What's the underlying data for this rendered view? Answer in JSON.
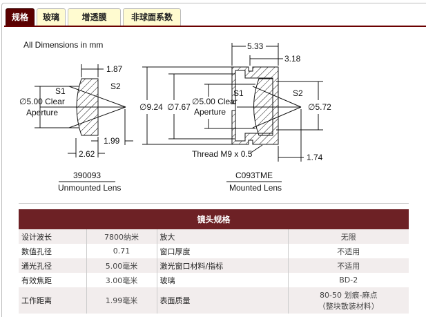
{
  "tabs": [
    {
      "label": "规格"
    },
    {
      "label": "玻璃"
    },
    {
      "label": "增透膜"
    },
    {
      "label": "非球面系数"
    }
  ],
  "drawing": {
    "units_note": "All Dimensions in mm",
    "unmounted": {
      "d_thickness_top": "1.87",
      "s1": "S1",
      "s2": "S2",
      "clear_aperture_line1": "∅5.00 Clear",
      "clear_aperture_line2": "Aperture",
      "bfl": "1.99",
      "ct": "2.62",
      "part": "390093",
      "caption": "Unmounted Lens"
    },
    "mounted": {
      "length": "5.33",
      "length2": "3.18",
      "od": "∅9.24",
      "id": "∅7.67",
      "clear_aperture_line1": "∅5.00 Clear",
      "clear_aperture_line2": "Aperture",
      "s1": "S1",
      "s2": "S2",
      "d_s2": "∅5.72",
      "thread": "Thread M9 x 0.5",
      "bfl": "1.74",
      "part": "C093TME",
      "caption": "Mounted Lens"
    }
  },
  "table": {
    "title": "镜头规格",
    "rows": [
      [
        "设计波长",
        "7800纳米",
        "放大",
        "无限"
      ],
      [
        "数值孔径",
        "0.71",
        "窗口厚度",
        "不适用"
      ],
      [
        "通光孔径",
        "5.00毫米",
        "激光窗口材料/指标",
        "不适用"
      ],
      [
        "有效焦距",
        "3.00毫米",
        "玻璃",
        "BD-2"
      ],
      [
        "工作距离",
        "1.99毫米",
        "表面质量",
        "80-50 划痕-麻点",
        "（整块散装材料）"
      ]
    ]
  }
}
